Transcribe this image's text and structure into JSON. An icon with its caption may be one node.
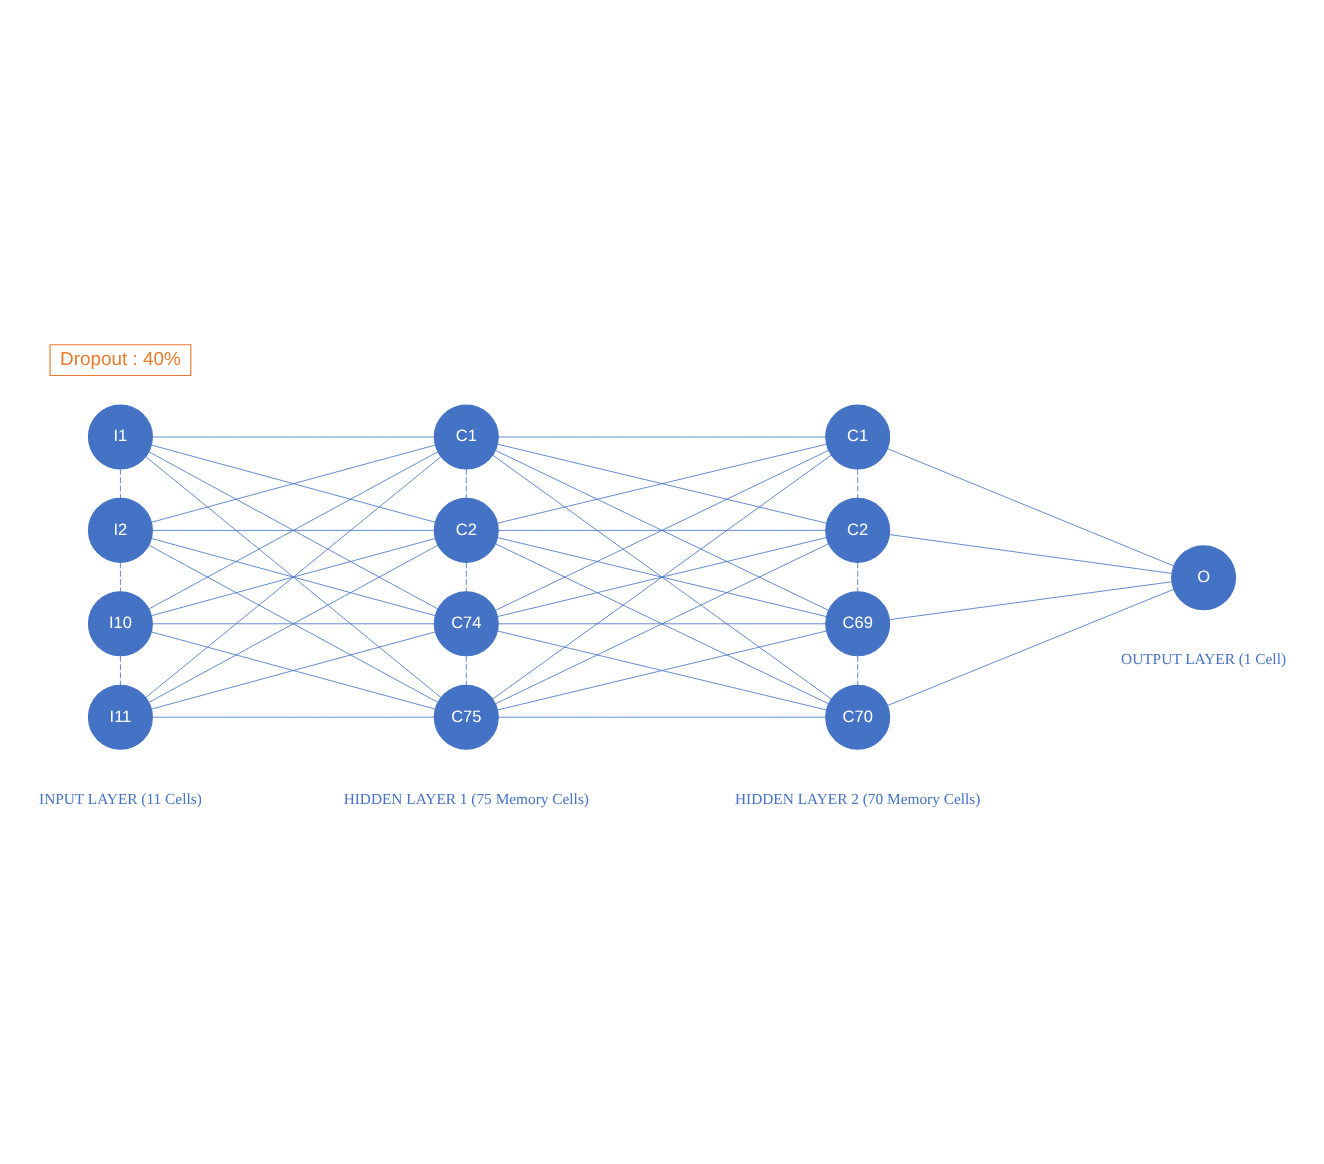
{
  "diagram": {
    "nodes": [
      {
        "text": [
          "I1"
        ]
      },
      {
        "text": [
          "I2"
        ]
      },
      {
        "text": [
          "I10"
        ]
      },
      {
        "text": [
          "I11"
        ]
      },
      {
        "text": [
          "C1"
        ]
      },
      {
        "text": [
          "C2"
        ]
      },
      {
        "text": [
          "C74"
        ]
      },
      {
        "text": [
          "C75"
        ]
      },
      {
        "text": [
          "C1"
        ]
      },
      {
        "text": [
          "C2"
        ]
      },
      {
        "text": [
          "C69"
        ]
      },
      {
        "text": [
          "C70"
        ]
      },
      {
        "text": [
          "O"
        ]
      }
    ],
    "edges": [
      {
        "from": 0,
        "to": 1,
        "arrow": "none",
        "style": "dashed"
      },
      {
        "from": 1,
        "to": 2,
        "arrow": "none",
        "style": "dashed"
      },
      {
        "from": 2,
        "to": 3,
        "arrow": "none",
        "style": "dashed"
      },
      {
        "from": 4,
        "to": 5,
        "arrow": "none",
        "style": "dashed"
      },
      {
        "from": 5,
        "to": 6,
        "arrow": "none",
        "style": "dashed"
      },
      {
        "from": 6,
        "to": 7,
        "arrow": "none",
        "style": "dashed"
      },
      {
        "from": 8,
        "to": 9,
        "arrow": "none",
        "style": "dashed"
      },
      {
        "from": 9,
        "to": 10,
        "arrow": "none",
        "style": "dashed"
      },
      {
        "from": 10,
        "to": 11,
        "arrow": "none",
        "style": "dashed"
      },
      {
        "from": 0,
        "to": 4,
        "arrow": "none"
      },
      {
        "from": 0,
        "to": 5,
        "arrow": "none"
      },
      {
        "from": 0,
        "to": 6,
        "arrow": "none"
      },
      {
        "from": 0,
        "to": 7,
        "arrow": "none"
      },
      {
        "from": 1,
        "to": 4,
        "arrow": "none"
      },
      {
        "from": 1,
        "to": 5,
        "arrow": "none"
      },
      {
        "from": 1,
        "to": 6,
        "arrow": "none"
      },
      {
        "from": 1,
        "to": 7,
        "arrow": "none"
      },
      {
        "from": 2,
        "to": 4,
        "arrow": "none"
      },
      {
        "from": 2,
        "to": 5,
        "arrow": "none"
      },
      {
        "from": 2,
        "to": 6,
        "arrow": "none"
      },
      {
        "from": 2,
        "to": 7,
        "arrow": "none"
      },
      {
        "from": 3,
        "to": 4,
        "arrow": "none"
      },
      {
        "from": 3,
        "to": 5,
        "arrow": "none"
      },
      {
        "from": 3,
        "to": 6,
        "arrow": "none"
      },
      {
        "from": 3,
        "to": 7,
        "arrow": "none"
      },
      {
        "from": 4,
        "to": 8,
        "arrow": "none"
      },
      {
        "from": 4,
        "to": 9,
        "arrow": "none"
      },
      {
        "from": 4,
        "to": 10,
        "arrow": "none"
      },
      {
        "from": 4,
        "to": 11,
        "arrow": "none"
      },
      {
        "from": 5,
        "to": 8,
        "arrow": "none"
      },
      {
        "from": 5,
        "to": 9,
        "arrow": "none"
      },
      {
        "from": 5,
        "to": 10,
        "arrow": "none"
      },
      {
        "from": 5,
        "to": 11,
        "arrow": "none"
      },
      {
        "from": 6,
        "to": 8,
        "arrow": "none"
      },
      {
        "from": 6,
        "to": 9,
        "arrow": "none"
      },
      {
        "from": 6,
        "to": 10,
        "arrow": "none"
      },
      {
        "from": 6,
        "to": 11,
        "arrow": "none"
      },
      {
        "from": 7,
        "to": 8,
        "arrow": "none"
      },
      {
        "from": 7,
        "to": 9,
        "arrow": "none"
      },
      {
        "from": 7,
        "to": 10,
        "arrow": "none"
      },
      {
        "from": 7,
        "to": 11,
        "arrow": "none"
      },
      {
        "from": 8,
        "to": 12,
        "arrow": "none"
      },
      {
        "from": 9,
        "to": 12,
        "arrow": "none"
      },
      {
        "from": 10,
        "to": 12,
        "arrow": "none"
      },
      {
        "from": 11,
        "to": 12,
        "arrow": "none"
      }
    ],
    "labels": [
      "Dropout : 40%",
      "INPUT LAYER (11 Cells)",
      "HIDDEN LAYER 1 (75 Memory Cells)",
      "HIDDEN LAYER 2 (70 Memory Cells)",
      "OUTPUT LAYER (1 Cell)"
    ]
  }
}
